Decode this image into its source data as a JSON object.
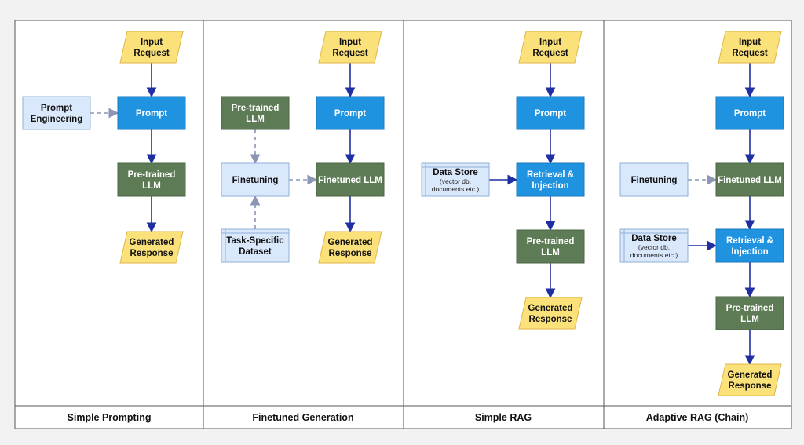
{
  "colors": {
    "input_fill": "#fbe17a",
    "input_stroke": "#e0b64a",
    "prompt_fill": "#1f93e0",
    "prompt_stroke": "#1779bd",
    "llm_fill": "#5d7b55",
    "llm_stroke": "#4b6645",
    "light_fill": "#dae8fc",
    "light_stroke": "#8fb0d6",
    "arrow_solid": "#1f2ea0",
    "arrow_dashed": "#8a96b3"
  },
  "panels": [
    {
      "title": "Simple Prompting",
      "nodes": [
        {
          "id": "input",
          "kind": "input",
          "lines": [
            "Input",
            "Request"
          ]
        },
        {
          "id": "prompt_eng",
          "kind": "light",
          "lines": [
            "Prompt",
            "Engineering"
          ]
        },
        {
          "id": "prompt",
          "kind": "prompt",
          "lines": [
            "Prompt"
          ]
        },
        {
          "id": "llm",
          "kind": "llm",
          "lines": [
            "Pre-trained",
            "LLM"
          ]
        },
        {
          "id": "output",
          "kind": "input",
          "lines": [
            "Generated",
            "Response"
          ]
        }
      ]
    },
    {
      "title": "Finetuned Generation",
      "nodes": [
        {
          "id": "input",
          "kind": "input",
          "lines": [
            "Input",
            "Request"
          ]
        },
        {
          "id": "prompt",
          "kind": "prompt",
          "lines": [
            "Prompt"
          ]
        },
        {
          "id": "pretrained",
          "kind": "llm",
          "lines": [
            "Pre-trained",
            "LLM"
          ]
        },
        {
          "id": "finetuning",
          "kind": "light",
          "lines": [
            "Finetuning"
          ]
        },
        {
          "id": "dataset",
          "kind": "store",
          "lines": [
            "Task-Specific",
            "Dataset"
          ]
        },
        {
          "id": "finetuned",
          "kind": "llm",
          "lines": [
            "Finetuned LLM"
          ]
        },
        {
          "id": "output",
          "kind": "input",
          "lines": [
            "Generated",
            "Response"
          ]
        }
      ]
    },
    {
      "title": "Simple RAG",
      "nodes": [
        {
          "id": "input",
          "kind": "input",
          "lines": [
            "Input",
            "Request"
          ]
        },
        {
          "id": "prompt",
          "kind": "prompt",
          "lines": [
            "Prompt"
          ]
        },
        {
          "id": "store",
          "kind": "store",
          "lines": [
            "Data Store"
          ],
          "sub": [
            "(vector db,",
            "documents etc.)"
          ]
        },
        {
          "id": "retrieval",
          "kind": "prompt",
          "lines": [
            "Retrieval &",
            "Injection"
          ]
        },
        {
          "id": "llm",
          "kind": "llm",
          "lines": [
            "Pre-trained",
            "LLM"
          ]
        },
        {
          "id": "output",
          "kind": "input",
          "lines": [
            "Generated",
            "Response"
          ]
        }
      ]
    },
    {
      "title": "Adaptive RAG (Chain)",
      "nodes": [
        {
          "id": "input",
          "kind": "input",
          "lines": [
            "Input",
            "Request"
          ]
        },
        {
          "id": "prompt",
          "kind": "prompt",
          "lines": [
            "Prompt"
          ]
        },
        {
          "id": "finetuning",
          "kind": "light",
          "lines": [
            "Finetuning"
          ]
        },
        {
          "id": "finetuned",
          "kind": "llm",
          "lines": [
            "Finetuned LLM"
          ]
        },
        {
          "id": "store",
          "kind": "store",
          "lines": [
            "Data Store"
          ],
          "sub": [
            "(vector db,",
            "documents etc.)"
          ]
        },
        {
          "id": "retrieval",
          "kind": "prompt",
          "lines": [
            "Retrieval &",
            "Injection"
          ]
        },
        {
          "id": "llm",
          "kind": "llm",
          "lines": [
            "Pre-trained",
            "LLM"
          ]
        },
        {
          "id": "output",
          "kind": "input",
          "lines": [
            "Generated",
            "Response"
          ]
        }
      ]
    }
  ]
}
